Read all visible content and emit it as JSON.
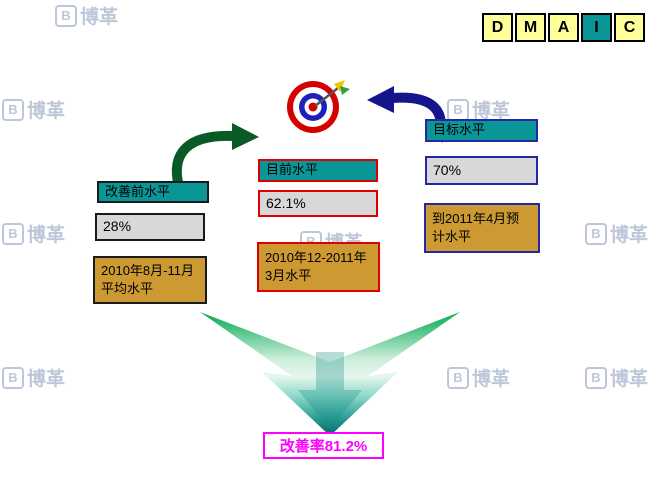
{
  "header": {
    "dmaic": [
      "D",
      "M",
      "A",
      "I",
      "C"
    ]
  },
  "watermark": {
    "symbol": "B",
    "text": "博革"
  },
  "levels": {
    "before": {
      "title": "改善前水平",
      "value": "28%",
      "period": "2010年8月-11月平均水平"
    },
    "current": {
      "title": "目前水平",
      "value": "62.1%",
      "period": "2010年12-2011年3月水平"
    },
    "target": {
      "title": "目标水平",
      "value": "70%",
      "period": "到2011年4月预计水平"
    }
  },
  "result": {
    "improvement_rate": "改善率81.2%"
  },
  "colors": {
    "teal_header": "#0A9696",
    "value_bg": "#D8D8D8",
    "period_bg": "#CC9933",
    "black_border": "#1A1A1A",
    "red_border": "#E10000",
    "blue_border": "#2626A8",
    "magenta": "#FF00FF",
    "green_arrow": "#0A5A28",
    "blue_arrow": "#16168C",
    "dmaic_bg": "#FFFF99",
    "dmaic_active_bg": "#0A9696",
    "big_arrow_green": "#00A94F",
    "big_arrow_teal": "#00666B"
  }
}
